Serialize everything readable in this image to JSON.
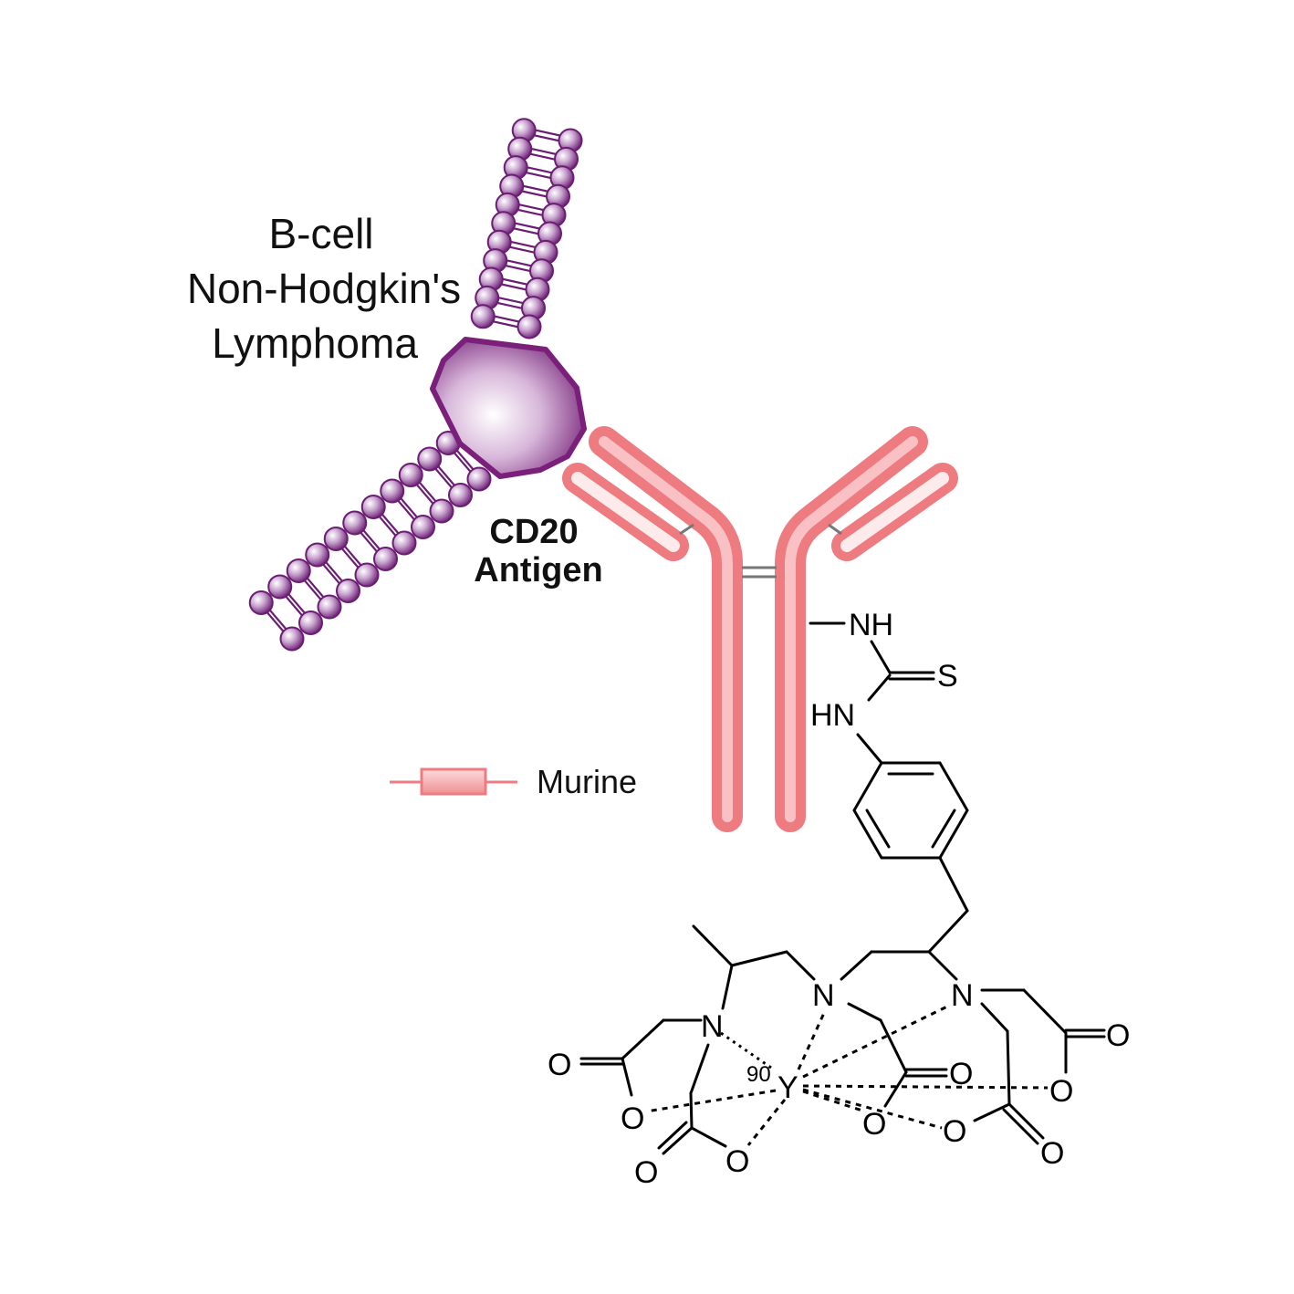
{
  "labels": {
    "cell_line1": "B-cell",
    "cell_line2": "Non-Hodgkin's",
    "cell_line3": "Lymphoma",
    "antigen_line1": "CD20",
    "antigen_line2": "Antigen",
    "legend": "Murine"
  },
  "atoms": {
    "nh_top": "NH",
    "s": "S",
    "hn": "HN",
    "n1": "N",
    "n2": "N",
    "n3": "N",
    "isotope": "90",
    "metal": "Y",
    "o1": "O",
    "o2": "O",
    "o3": "O",
    "o4": "O",
    "o5": "O",
    "o6": "O",
    "o7": "O",
    "o8": "O",
    "o9": "O",
    "o10": "O"
  },
  "colors": {
    "membrane": "#7b2a83",
    "antigen": "#7a1f7a",
    "antibody": "#f08488",
    "antibody_light": "#fbdadb",
    "bond": "#000000"
  }
}
